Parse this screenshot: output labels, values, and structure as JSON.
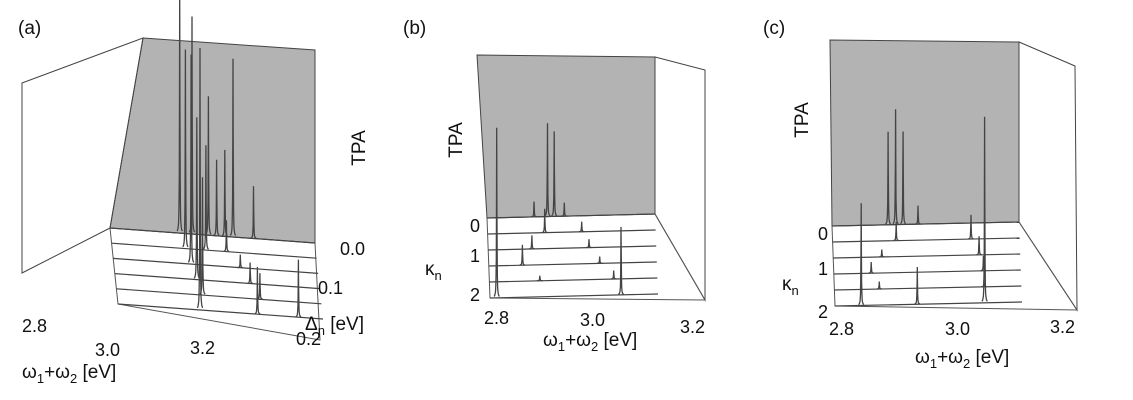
{
  "chart_data": [
    {
      "type": "waterfall-3d-line",
      "panel_label": "(a)",
      "x_axis": {
        "label_prefix": "ω",
        "label_sub1": "1",
        "label_mid": "+ω",
        "label_sub2": "2",
        "label_unit": " [eV]",
        "ticks": [
          "2.8",
          "3.0",
          "3.2"
        ],
        "range": [
          2.8,
          3.3
        ]
      },
      "depth_axis": {
        "label_prefix": "Δ",
        "label_sub": "n",
        "label_unit": " [eV]",
        "ticks": [
          "0.0",
          "0.1",
          "0.2"
        ],
        "range": [
          0.0,
          0.2
        ]
      },
      "z_axis": {
        "label": "TPA"
      },
      "series": [
        {
          "depth": 0.0,
          "peaks": [
            {
              "x": 2.97,
              "h": 0.94
            },
            {
              "x": 3.0,
              "h": 0.83
            },
            {
              "x": 3.04,
              "h": 0.53
            },
            {
              "x": 3.06,
              "h": 0.29
            },
            {
              "x": 3.08,
              "h": 0.33
            },
            {
              "x": 3.1,
              "h": 0.68
            },
            {
              "x": 3.15,
              "h": 0.2
            }
          ]
        },
        {
          "depth": 0.04,
          "peaks": [
            {
              "x": 2.98,
              "h": 0.76
            },
            {
              "x": 3.03,
              "h": 0.4
            },
            {
              "x": 3.08,
              "h": 0.12
            }
          ]
        },
        {
          "depth": 0.08,
          "peaks": [
            {
              "x": 2.99,
              "h": 0.8
            },
            {
              "x": 3.11,
              "h": 0.05
            }
          ]
        },
        {
          "depth": 0.12,
          "peaks": [
            {
              "x": 3.0,
              "h": 0.62
            },
            {
              "x": 3.13,
              "h": 0.08
            }
          ]
        },
        {
          "depth": 0.16,
          "peaks": [
            {
              "x": 3.01,
              "h": 0.45
            },
            {
              "x": 3.15,
              "h": 0.1
            }
          ]
        },
        {
          "depth": 0.2,
          "peaks": [
            {
              "x": 3.0,
              "h": 1.0
            },
            {
              "x": 3.14,
              "h": 0.18
            },
            {
              "x": 3.24,
              "h": 0.22
            }
          ]
        }
      ]
    },
    {
      "type": "waterfall-3d-line",
      "panel_label": "(b)",
      "x_axis": {
        "label_prefix": "ω",
        "label_sub1": "1",
        "label_mid": "+ω",
        "label_sub2": "2",
        "label_unit": " [eV]",
        "ticks": [
          "2.8",
          "3.0",
          "3.2"
        ],
        "range": [
          2.8,
          3.3
        ]
      },
      "depth_axis": {
        "label_prefix": "κ",
        "label_sub": "n",
        "label_unit": "",
        "ticks": [
          "0",
          "1",
          "2"
        ],
        "range": [
          0,
          2
        ]
      },
      "z_axis": {
        "label": "TPA"
      },
      "series": [
        {
          "depth": 0.0,
          "peaks": [
            {
              "x": 2.94,
              "h": 0.09
            },
            {
              "x": 2.98,
              "h": 0.55
            },
            {
              "x": 3.0,
              "h": 0.5
            },
            {
              "x": 3.03,
              "h": 0.08
            }
          ]
        },
        {
          "depth": 0.4,
          "peaks": [
            {
              "x": 2.97,
              "h": 0.14
            },
            {
              "x": 3.08,
              "h": 0.06
            }
          ]
        },
        {
          "depth": 0.8,
          "peaks": [
            {
              "x": 2.93,
              "h": 0.08
            },
            {
              "x": 3.1,
              "h": 0.05
            }
          ]
        },
        {
          "depth": 1.2,
          "peaks": [
            {
              "x": 2.9,
              "h": 0.12
            },
            {
              "x": 3.13,
              "h": 0.04
            }
          ]
        },
        {
          "depth": 1.6,
          "peaks": [
            {
              "x": 2.95,
              "h": 0.03
            },
            {
              "x": 3.17,
              "h": 0.05
            }
          ]
        },
        {
          "depth": 2.0,
          "peaks": [
            {
              "x": 2.82,
              "h": 1.0
            },
            {
              "x": 3.19,
              "h": 0.4
            }
          ]
        }
      ]
    },
    {
      "type": "waterfall-3d-line",
      "panel_label": "(c)",
      "x_axis": {
        "label_prefix": "ω",
        "label_sub1": "1",
        "label_mid": "+ω",
        "label_sub2": "2",
        "label_unit": " [eV]",
        "ticks": [
          "2.8",
          "3.0",
          "3.2"
        ],
        "range": [
          2.8,
          3.3
        ]
      },
      "depth_axis": {
        "label_prefix": "κ",
        "label_sub": "n",
        "label_unit": "",
        "ticks": [
          "0",
          "1",
          "2"
        ],
        "range": [
          0,
          2
        ]
      },
      "z_axis": {
        "label": "TPA"
      },
      "series": [
        {
          "depth": 0.0,
          "peaks": [
            {
              "x": 2.95,
              "h": 0.5
            },
            {
              "x": 2.97,
              "h": 0.62
            },
            {
              "x": 2.99,
              "h": 0.5
            },
            {
              "x": 3.03,
              "h": 0.1
            }
          ]
        },
        {
          "depth": 0.4,
          "peaks": [
            {
              "x": 2.97,
              "h": 0.1
            },
            {
              "x": 3.17,
              "h": 0.13
            }
          ]
        },
        {
          "depth": 0.8,
          "peaks": [
            {
              "x": 2.93,
              "h": 0.04
            },
            {
              "x": 3.19,
              "h": 0.1
            }
          ]
        },
        {
          "depth": 1.2,
          "peaks": [
            {
              "x": 2.9,
              "h": 0.06
            },
            {
              "x": 3.2,
              "h": 0.08
            }
          ]
        },
        {
          "depth": 1.6,
          "peaks": [
            {
              "x": 2.92,
              "h": 0.04
            },
            {
              "x": 3.2,
              "h": 0.04
            }
          ]
        },
        {
          "depth": 2.0,
          "peaks": [
            {
              "x": 2.87,
              "h": 0.55
            },
            {
              "x": 3.02,
              "h": 0.2
            },
            {
              "x": 3.2,
              "h": 1.0
            }
          ]
        }
      ]
    }
  ]
}
